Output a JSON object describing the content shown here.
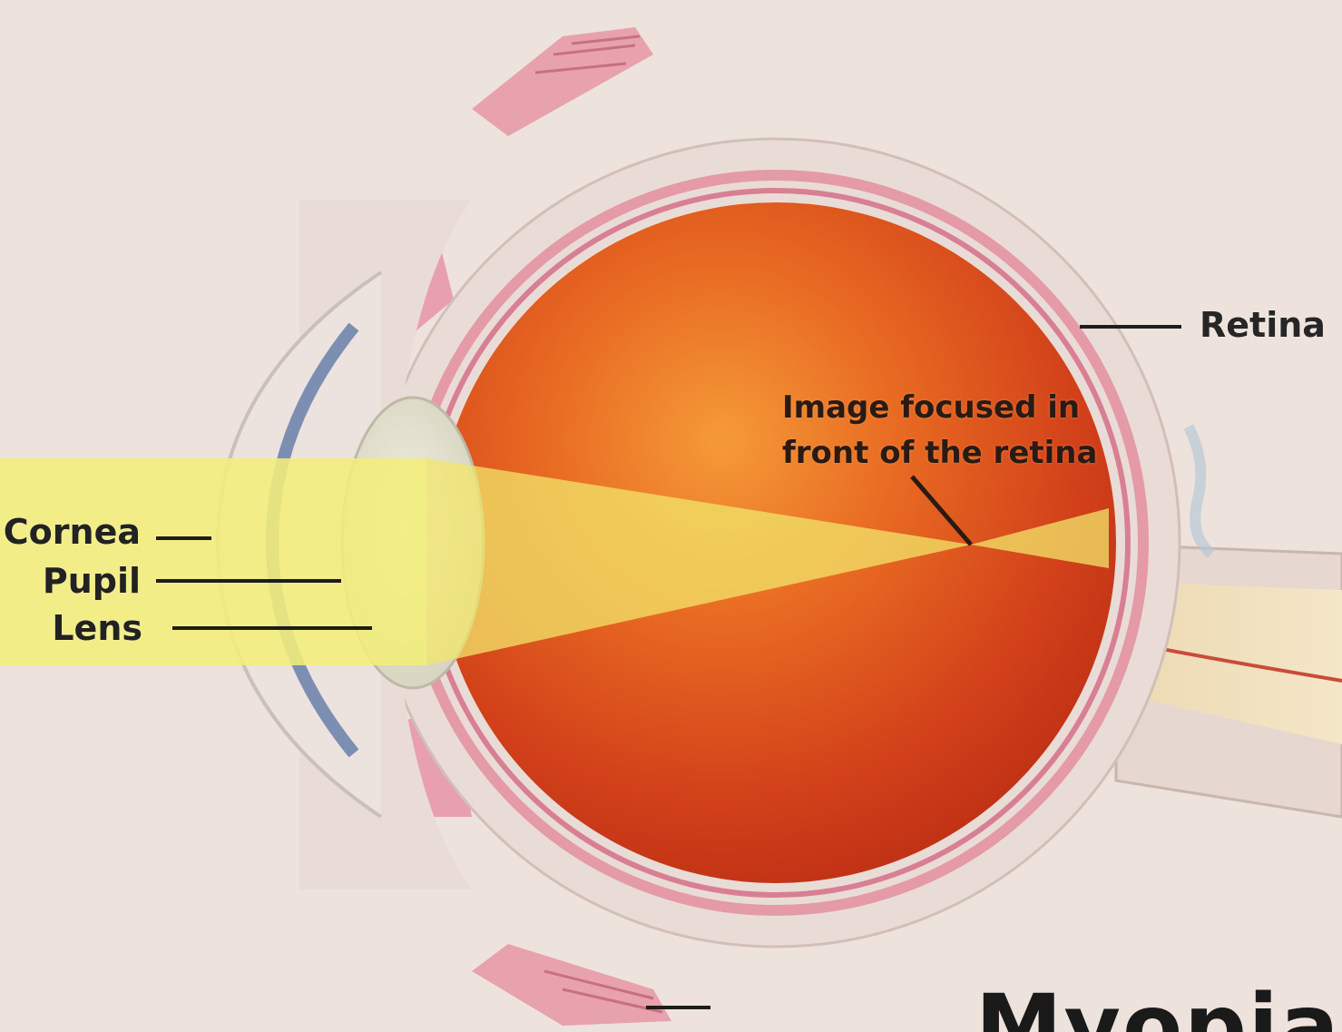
{
  "labels": {
    "cornea": "Cornea",
    "pupil": "Pupil",
    "lens": "Lens",
    "retina": "Retina",
    "focus_line1": "Image focused in",
    "focus_line2": "front of the retina",
    "title": "Myopia"
  },
  "colors": {
    "background": "#ede3dc",
    "eye_interior": "#c83a14",
    "light_beam": "#f2ee7a",
    "sclera": "#e9dcd6",
    "muscle": "#e8a2ae"
  }
}
